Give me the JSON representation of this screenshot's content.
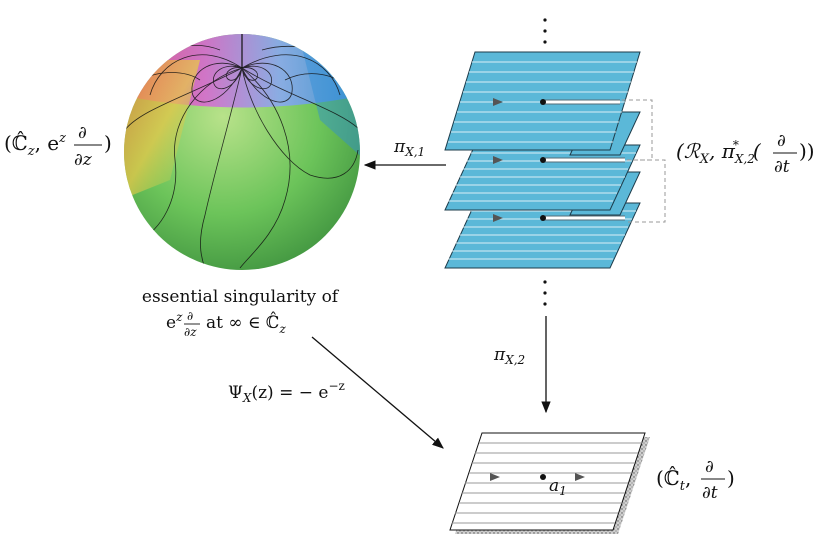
{
  "caption": {
    "line1": "essential singularity of",
    "line2_exp": "e",
    "line2_z": "z",
    "line2_frac_num": "∂",
    "line2_frac_den": "∂z",
    "line2_rest": "at ∞ ∈ ℂ̂",
    "line2_sub": "z"
  },
  "sphere_label": {
    "text": "(ℂ̂",
    "sub": "z",
    "mid": ", e",
    "sup": "z",
    "num": "∂",
    "den": "∂z",
    "close": ")"
  },
  "riemann_label": {
    "open": "(ℛ",
    "sub": "X",
    "mid": ", π",
    "sub2": "X,2",
    "sup2": "*",
    "paren": "(",
    "num": "∂",
    "den": "∂t",
    "close": "))"
  },
  "plane_label": {
    "open": "(ℂ̂",
    "sub": "t",
    "mid": ",",
    "num": "∂",
    "den": "∂t",
    "close": ")"
  },
  "arrows": {
    "pi1": "π",
    "pi1_sub": "X,1",
    "pi2": "π",
    "pi2_sub": "X,2",
    "psi": "Ψ",
    "psi_sub": "X",
    "psi_rest": "(z) = − e",
    "psi_sup": "−z"
  },
  "point_label": {
    "a": "a",
    "sub": "1"
  },
  "colors": {
    "sheet_fill": "#5bb8d8",
    "sheet_stroke": "#1d3b4a",
    "arrow": "#111111",
    "dashed": "#999999"
  }
}
